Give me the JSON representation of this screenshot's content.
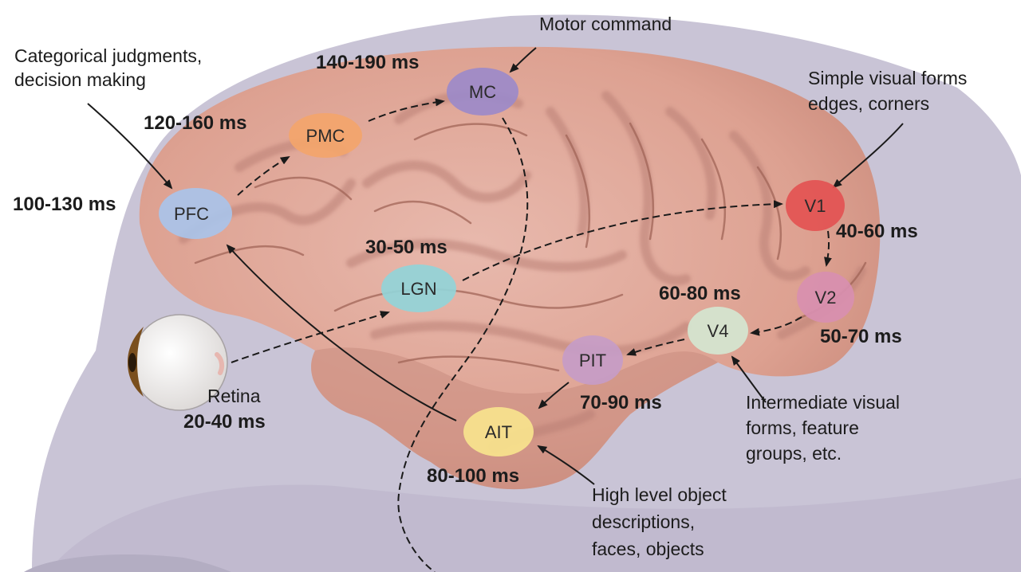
{
  "colors": {
    "background": "#ffffff",
    "head": "#c9c4d6",
    "brain": "#dfa79a",
    "brain_shade": "#c98d80",
    "eye_white": "#f3f1f0",
    "iris": "#7a4f1e"
  },
  "regions": [
    {
      "id": "MC",
      "label": "MC",
      "color": "#9c8ac9"
    },
    {
      "id": "PMC",
      "label": "PMC",
      "color": "#f3a56b"
    },
    {
      "id": "PFC",
      "label": "PFC",
      "color": "#a9c3e9"
    },
    {
      "id": "LGN",
      "label": "LGN",
      "color": "#92d4d8"
    },
    {
      "id": "V1",
      "label": "V1",
      "color": "#e35353"
    },
    {
      "id": "V2",
      "label": "V2",
      "color": "#d88fb0"
    },
    {
      "id": "V4",
      "label": "V4",
      "color": "#d4e6d0"
    },
    {
      "id": "PIT",
      "label": "PIT",
      "color": "#c59cc7"
    },
    {
      "id": "AIT",
      "label": "AIT",
      "color": "#f7e38d"
    }
  ],
  "latencies": {
    "mc": "140-190 ms",
    "pmc": "120-160 ms",
    "pfc": "100-130 ms",
    "lgn": "30-50 ms",
    "v1": "40-60 ms",
    "v2": "50-70 ms",
    "v4": "60-80 ms",
    "pit": "70-90 ms",
    "ait": "80-100 ms",
    "retina": "20-40 ms"
  },
  "annotations": {
    "motor": "Motor command",
    "categorical": [
      "Categorical judgments,",
      "decision making"
    ],
    "simple": [
      "Simple visual forms",
      "edges, corners"
    ],
    "intermediate": [
      "Intermediate visual",
      "forms, feature",
      "groups, etc."
    ],
    "high": [
      "High level object",
      "descriptions,",
      "faces, objects"
    ],
    "retina": "Retina"
  }
}
